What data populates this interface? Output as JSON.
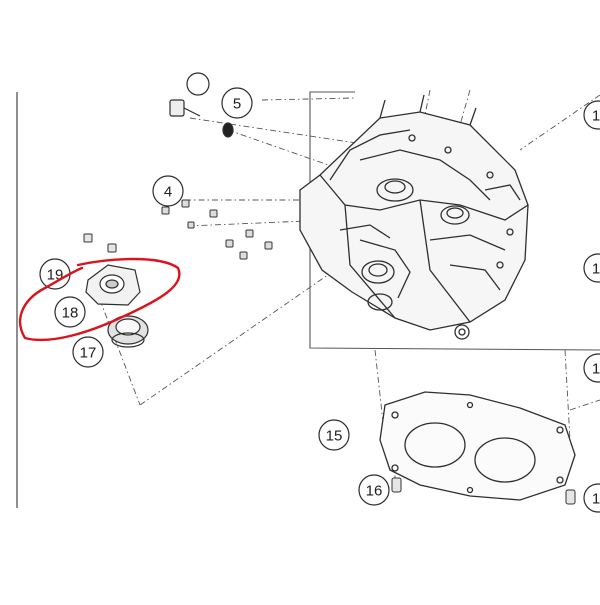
{
  "callouts": {
    "c4": "4",
    "c5": "5",
    "c15": "15",
    "c16": "16",
    "c17": "17",
    "c18": "18",
    "c19": "19",
    "c1a": "1",
    "c1b": "1",
    "c1c": "1",
    "c1d": "1"
  },
  "colors": {
    "line": "#3a3a3a",
    "callout_stroke": "#2b2b2b",
    "highlight": "#d9141e"
  },
  "highlight": {
    "target": "18"
  }
}
